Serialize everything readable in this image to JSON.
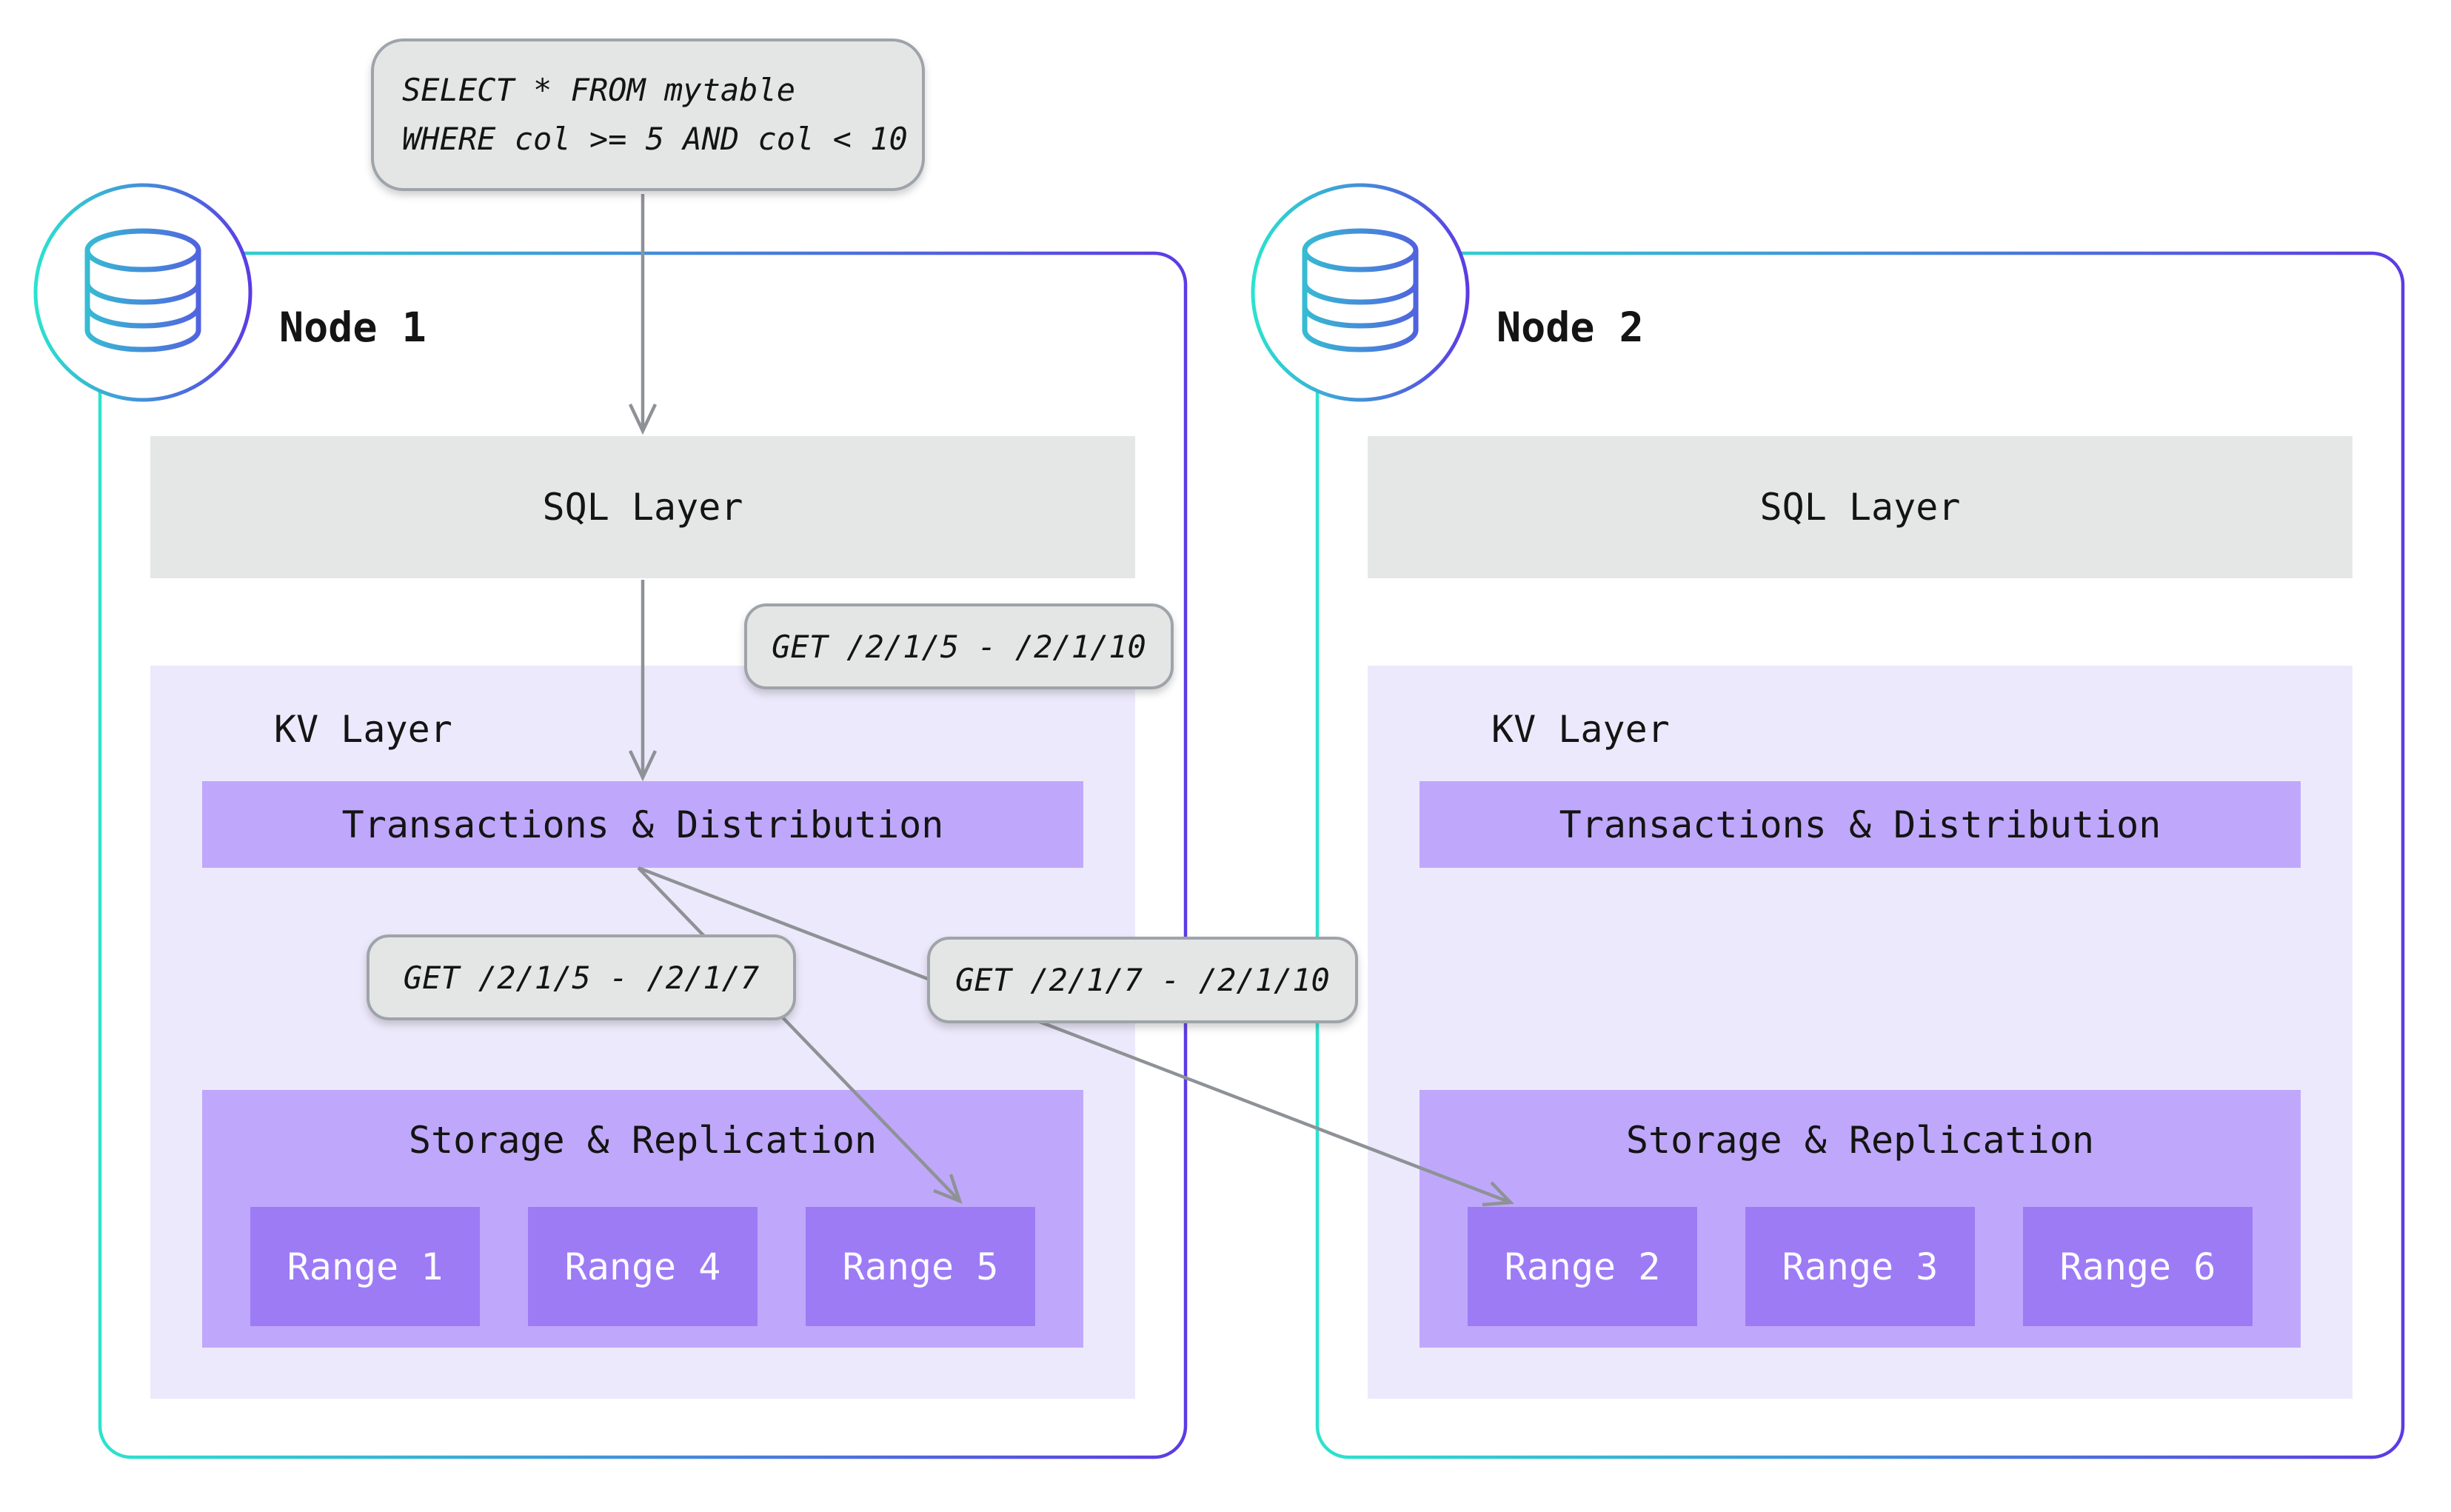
{
  "colors": {
    "node_teal": "#2BE3CE",
    "node_indigo": "#5C3BE4",
    "layer_gray_bg": "#E5E7E7",
    "kv_bg": "#EDE9FC",
    "bar_purple": "#BFA8FB",
    "range_purple": "#9D7BF5",
    "callout_bg": "#E4E6E6",
    "callout_border": "#9EA4A9",
    "arrow_gray": "#8E9297",
    "text_dark": "#141414",
    "text_light": "#FCFBFF"
  },
  "query_callout": {
    "line1": "SELECT * FROM mytable",
    "line2": "WHERE col >= 5 AND col < 10"
  },
  "request_callouts": {
    "sql_to_kv": "GET /2/1/5 - /2/1/10",
    "kv_to_range5": "GET /2/1/5 - /2/1/7",
    "kv_to_range2": "GET /2/1/7 - /2/1/10"
  },
  "nodes": [
    {
      "title": "Node 1",
      "sql_layer": "SQL Layer",
      "kv_layer": "KV Layer",
      "transactions": "Transactions & Distribution",
      "storage": "Storage & Replication",
      "ranges": [
        "Range 1",
        "Range 4",
        "Range 5"
      ]
    },
    {
      "title": "Node 2",
      "sql_layer": "SQL Layer",
      "kv_layer": "KV Layer",
      "transactions": "Transactions & Distribution",
      "storage": "Storage & Replication",
      "ranges": [
        "Range 2",
        "Range 3",
        "Range 6"
      ]
    }
  ]
}
